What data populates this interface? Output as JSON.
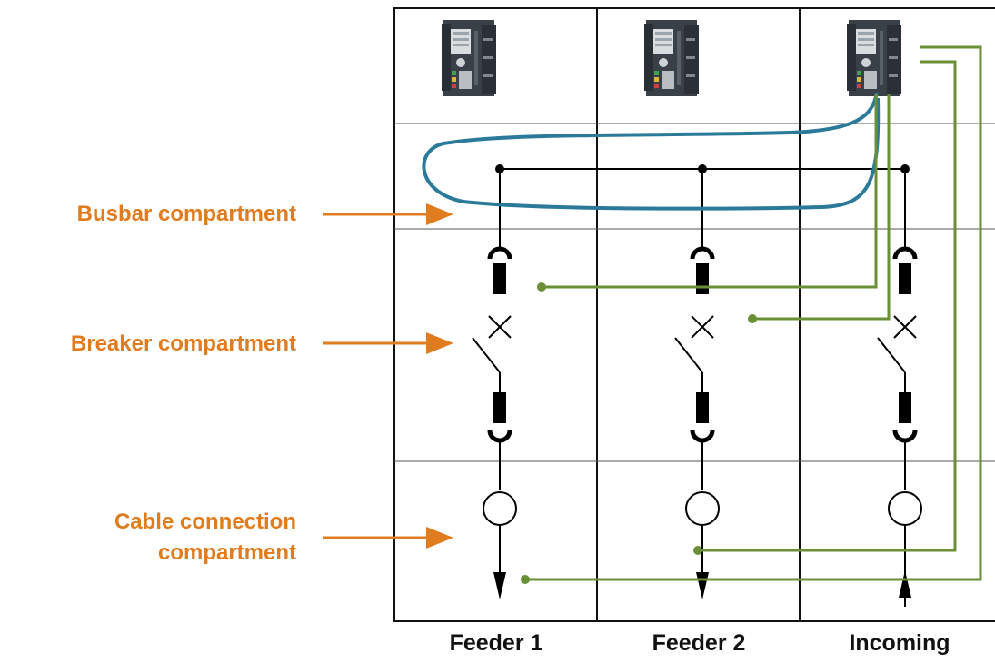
{
  "labels": {
    "busbar": "Busbar compartment",
    "breaker": "Breaker compartment",
    "cable_line1": "Cable connection",
    "cable_line2": "compartment"
  },
  "columns": [
    "Feeder 1",
    "Feeder 2",
    "Incoming"
  ],
  "colors": {
    "label_orange": "#e07b1e",
    "control_wire": "#6a8f37",
    "comm_cable": "#2b7a9a",
    "frame": "#111111",
    "divider": "#555555"
  },
  "icons": [
    "protection-relay-icon",
    "disconnector-icon",
    "circuit-breaker-icon",
    "current-transformer-icon"
  ]
}
